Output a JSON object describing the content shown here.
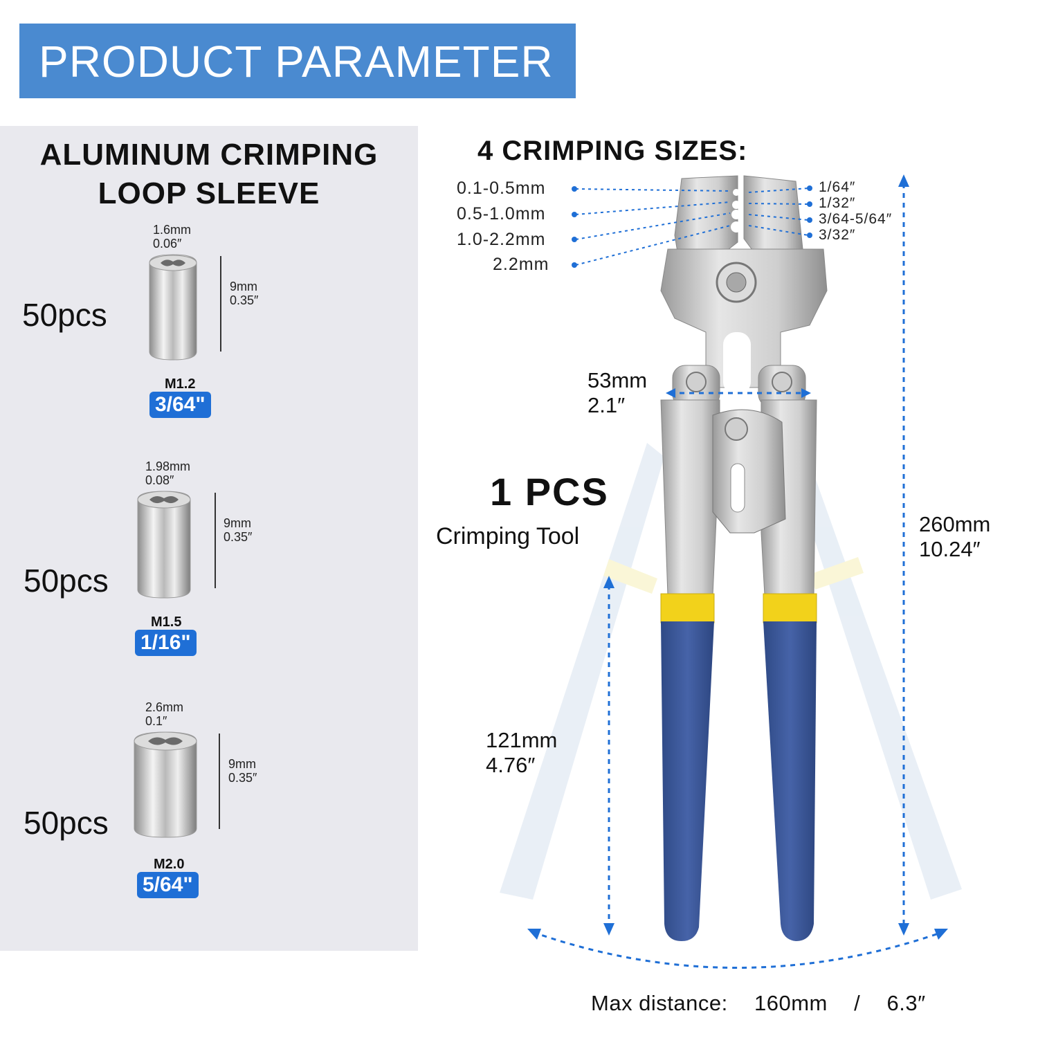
{
  "banner": {
    "title": "PRODUCT PARAMETER"
  },
  "sleeves_panel": {
    "title_line1": "ALUMINUM CRIMPING",
    "title_line2": "LOOP SLEEVE",
    "items": [
      {
        "quantity": "50pcs",
        "diameter_mm": "1.6mm",
        "diameter_in": "0.06″",
        "length_mm": "9mm",
        "length_in": "0.35″",
        "model": "M1.2",
        "size": "3/64\""
      },
      {
        "quantity": "50pcs",
        "diameter_mm": "1.98mm",
        "diameter_in": "0.08″",
        "length_mm": "9mm",
        "length_in": "0.35″",
        "model": "M1.5",
        "size": "1/16\""
      },
      {
        "quantity": "50pcs",
        "diameter_mm": "2.6mm",
        "diameter_in": "0.1″",
        "length_mm": "9mm",
        "length_in": "0.35″",
        "model": "M2.0",
        "size": "5/64\""
      }
    ]
  },
  "crimping_sizes": {
    "title": "4 CRIMPING SIZES:",
    "metric": [
      "0.1-0.5mm",
      "0.5-1.0mm",
      "1.0-2.2mm",
      "2.2mm"
    ],
    "imperial": [
      "1/64″",
      "1/32″",
      "3/64-5/64″",
      "3/32″"
    ]
  },
  "tool": {
    "quantity": "1 PCS",
    "name": "Crimping Tool",
    "jaw_width_mm": "53mm",
    "jaw_width_in": "2.1″",
    "length_mm": "260mm",
    "length_in": "10.24″",
    "handle_mm": "121mm",
    "handle_in": "4.76″",
    "max_distance_label": "Max distance:",
    "max_distance_mm": "160mm",
    "separator": "/",
    "max_distance_in": "6.3″"
  },
  "colors": {
    "banner": "#4a8ad0",
    "badge": "#1f6fd6",
    "handle": "#3d5a9e",
    "collar": "#f2d21b",
    "dimension_line": "#1f6fd6",
    "panel": "#e9e9ee"
  }
}
